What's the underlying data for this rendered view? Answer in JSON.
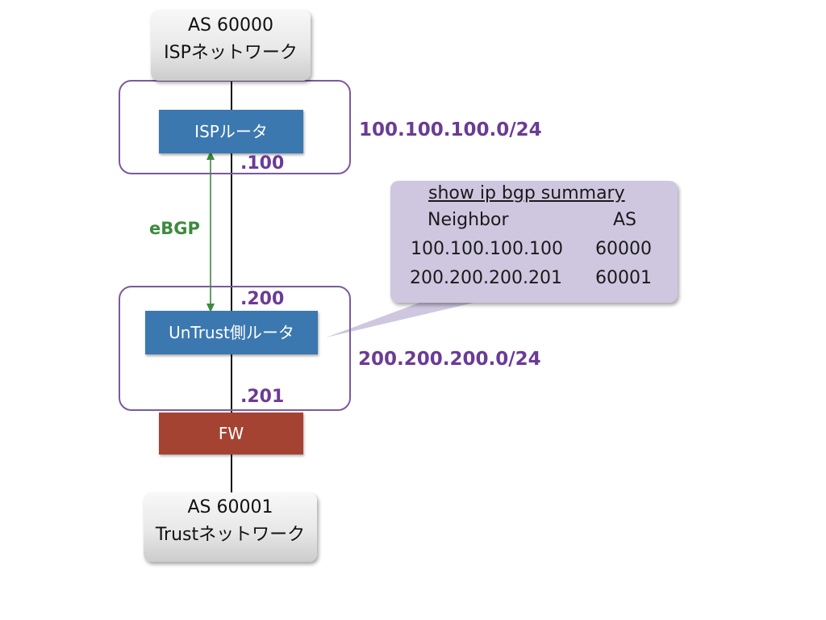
{
  "isp_as": {
    "line1": "AS 60000",
    "line2": "ISPネットワーク"
  },
  "trust_as": {
    "line1": "AS 60001",
    "line2": "Trustネットワーク"
  },
  "isp_router": {
    "label": "ISPルータ",
    "ip_suffix": ".100"
  },
  "untrust_router": {
    "label": "UnTrust側ルータ",
    "ip_suffix_upper": ".200",
    "ip_suffix_lower": ".201"
  },
  "firewall": {
    "label": "FW"
  },
  "subnets": {
    "isp": "100.100.100.0/24",
    "untrust": "200.200.200.0/24"
  },
  "peering": {
    "label": "eBGP"
  },
  "bgp_summary": {
    "title": "show ip bgp summary",
    "headers": {
      "neighbor": "Neighbor",
      "as": "AS"
    },
    "rows": [
      {
        "neighbor": "100.100.100.100",
        "as": "60000"
      },
      {
        "neighbor": "200.200.200.201",
        "as": "60001"
      }
    ]
  },
  "colors": {
    "router_fill": "#3c78b0",
    "firewall_fill": "#a54333",
    "subnet_frame": "#7b5a9d",
    "ip_label": "#6b3b95",
    "ebgp": "#3d8a3d",
    "callout_fill": "#cfc7e0"
  }
}
